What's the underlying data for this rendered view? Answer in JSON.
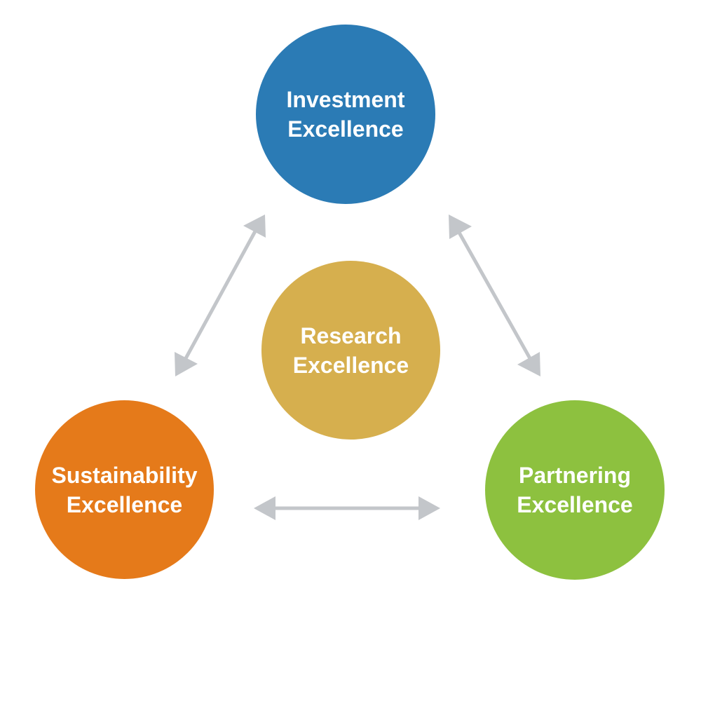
{
  "colors": {
    "investment": "#2B7BB5",
    "research": "#D6AF4E",
    "sustainability": "#E57A1A",
    "partnering": "#8DC13F",
    "arrow": "#C3C6CA",
    "text": "#FFFFFF"
  },
  "nodes": {
    "investment": {
      "line1": "Investment",
      "line2": "Excellence"
    },
    "research": {
      "line1": "Research",
      "line2": "Excellence"
    },
    "sustainability": {
      "line1": "Sustainability",
      "line2": "Excellence"
    },
    "partnering": {
      "line1": "Partnering",
      "line2": "Excellence"
    }
  },
  "connections": [
    {
      "from": "investment",
      "to": "sustainability",
      "direction": "both"
    },
    {
      "from": "investment",
      "to": "partnering",
      "direction": "both"
    },
    {
      "from": "sustainability",
      "to": "partnering",
      "direction": "both"
    }
  ]
}
